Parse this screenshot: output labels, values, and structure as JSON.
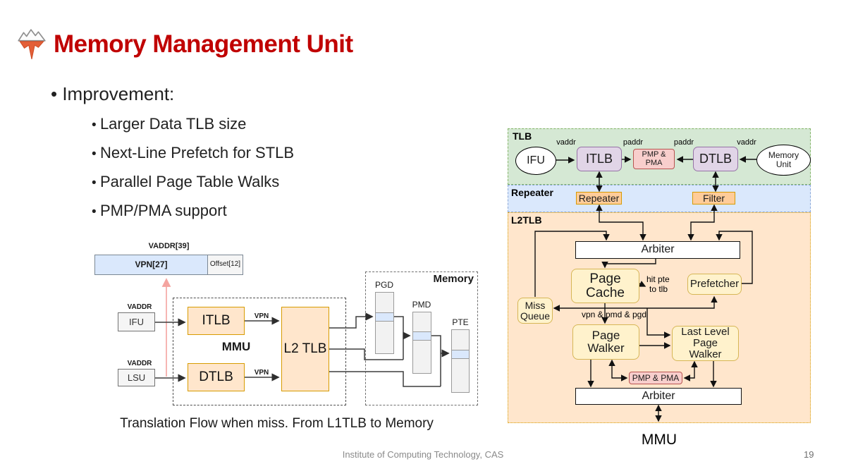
{
  "slide": {
    "title": "Memory Management Unit",
    "footer": "Institute of Computing Technology, CAS",
    "page_number": "19",
    "logo_icon": "xiangshan-mountain-logo"
  },
  "bullets": {
    "heading": "Improvement:",
    "items": [
      "Larger Data TLB size",
      "Next-Line Prefetch for STLB",
      "Parallel Page Table Walks",
      "PMP/PMA support"
    ]
  },
  "left_diagram": {
    "caption": "Translation Flow when miss. From L1TLB to Memory",
    "vaddr_bar": {
      "title": "VADDR[39]",
      "vpn": "VPN[27]",
      "offset": "Offset[12]"
    },
    "nodes": {
      "ifu": "IFU",
      "lsu": "LSU",
      "itlb": "ITLB",
      "dtlb": "DTLB",
      "l2tlb": "L2 TLB",
      "mmu": "MMU",
      "memory": "Memory",
      "pgd": "PGD",
      "pmd": "PMD",
      "pte": "PTE"
    },
    "edge_labels": {
      "vaddr_ifu": "VADDR",
      "vaddr_lsu": "VADDR",
      "vpn_itlb": "VPN",
      "vpn_dtlb": "VPN"
    }
  },
  "right_diagram": {
    "sections": {
      "tlb": "TLB",
      "repeater": "Repeater",
      "l2tlb": "L2TLB"
    },
    "nodes": {
      "ifu": "IFU",
      "memory_unit": "Memory Unit",
      "itlb": "ITLB",
      "dtlb": "DTLB",
      "pmp_pma_top": "PMP & PMA",
      "repeater": "Repeater",
      "filter": "Filter",
      "arbiter_top": "Arbiter",
      "page_cache": "Page Cache",
      "prefetcher": "Prefetcher",
      "miss_queue": "Miss Queue",
      "page_walker": "Page Walker",
      "last_level_page_walker": "Last Level Page Walker",
      "pmp_pma_bottom": "PMP & PMA",
      "arbiter_bottom": "Arbiter",
      "mmu": "MMU"
    },
    "edge_labels": {
      "vaddr_ifu": "vaddr",
      "paddr_itlb": "paddr",
      "paddr_dtlb": "paddr",
      "vaddr_mem": "vaddr",
      "hit_pte": "hit pte",
      "to_tlb": "to tlb",
      "vpn_pmd_pgd": "vpn & pmd & pgd"
    }
  },
  "colors": {
    "title_red": "#c00000",
    "section_tlb_green": "#d5e8d4",
    "section_repeater_blue": "#dae8fc",
    "section_l2tlb_orange": "#ffe6cc",
    "box_purple": "#e1d5e7",
    "box_pink": "#f8cecc",
    "box_yellow": "#fff2cc",
    "box_orange": "#ffcc99",
    "vpn_blue": "#dae8fc",
    "footer_gray": "#8a8a8a"
  }
}
